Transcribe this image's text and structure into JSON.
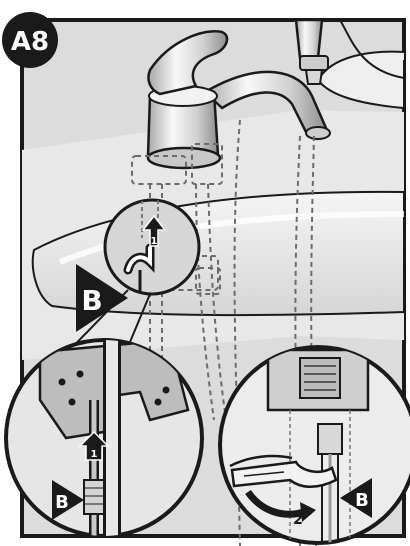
{
  "step_badge": {
    "text": "A8"
  },
  "callouts": {
    "main_arrow": "B",
    "left_detail": "B",
    "right_detail": "B"
  },
  "step_numbers": {
    "lift_arrow": "1",
    "left_detail_arrow": "1",
    "wrench_arrow": "2"
  },
  "colors": {
    "line": "#1a1a1a",
    "panel_bg": "#dcdcdc",
    "sink_light": "#f2f2f2",
    "sink_shadow": "#bfbfbf",
    "chrome_light": "#f7f7f7",
    "chrome_dark": "#9a9a9a",
    "callout_fill": "#1a1a1a",
    "callout_text": "#ffffff"
  }
}
